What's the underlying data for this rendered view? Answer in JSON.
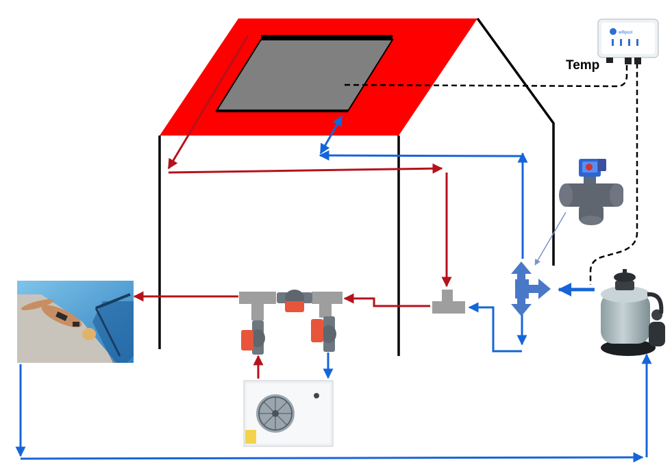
{
  "labels": {
    "temp": "Temp",
    "controller_brand": "wifipool"
  },
  "colors": {
    "hot_flow": "#b5121b",
    "cold_flow": "#1565d8",
    "roof": "#ff0000",
    "collector": "#808080",
    "frame": "#000000",
    "fitting": "#9e9e9e",
    "valve_body": "#707880",
    "valve_handle": "#e8553b",
    "three_way_valve": "#4a78c8"
  },
  "icons": {
    "pool": "sunbathing-pool-photo",
    "heat_pump": "heat-pump-unit",
    "filter": "sand-filter-pump",
    "controller": "wifi-controller-box",
    "motor_valve": "motorized-3-way-valve"
  }
}
